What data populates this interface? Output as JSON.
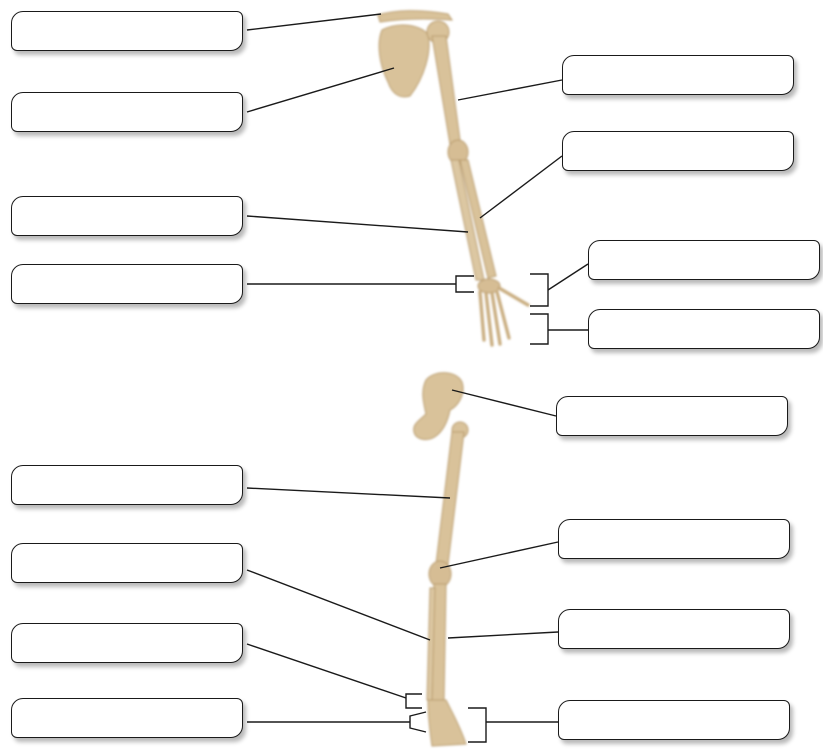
{
  "figure": {
    "background": "#ffffff",
    "bone_color": "#d9c29a",
    "bone_shadow": "#b89a6a",
    "line_color": "#1a1a1a",
    "box_border": "#1a1a1a"
  },
  "upper_limb": {
    "label_boxes": [
      {
        "id": "u1",
        "side": "left",
        "text": ""
      },
      {
        "id": "u2",
        "side": "left",
        "text": ""
      },
      {
        "id": "u3",
        "side": "left",
        "text": ""
      },
      {
        "id": "u4",
        "side": "left",
        "text": ""
      },
      {
        "id": "u5",
        "side": "right",
        "text": ""
      },
      {
        "id": "u6",
        "side": "right",
        "text": ""
      },
      {
        "id": "u7",
        "side": "right",
        "text": ""
      },
      {
        "id": "u8",
        "side": "right",
        "text": ""
      }
    ]
  },
  "lower_limb": {
    "label_boxes": [
      {
        "id": "l1",
        "side": "right",
        "text": ""
      },
      {
        "id": "l2",
        "side": "left",
        "text": ""
      },
      {
        "id": "l3",
        "side": "right",
        "text": ""
      },
      {
        "id": "l4",
        "side": "left",
        "text": ""
      },
      {
        "id": "l5",
        "side": "right",
        "text": ""
      },
      {
        "id": "l6",
        "side": "left",
        "text": ""
      },
      {
        "id": "l7",
        "side": "left",
        "text": ""
      },
      {
        "id": "l8",
        "side": "right",
        "text": ""
      }
    ]
  }
}
